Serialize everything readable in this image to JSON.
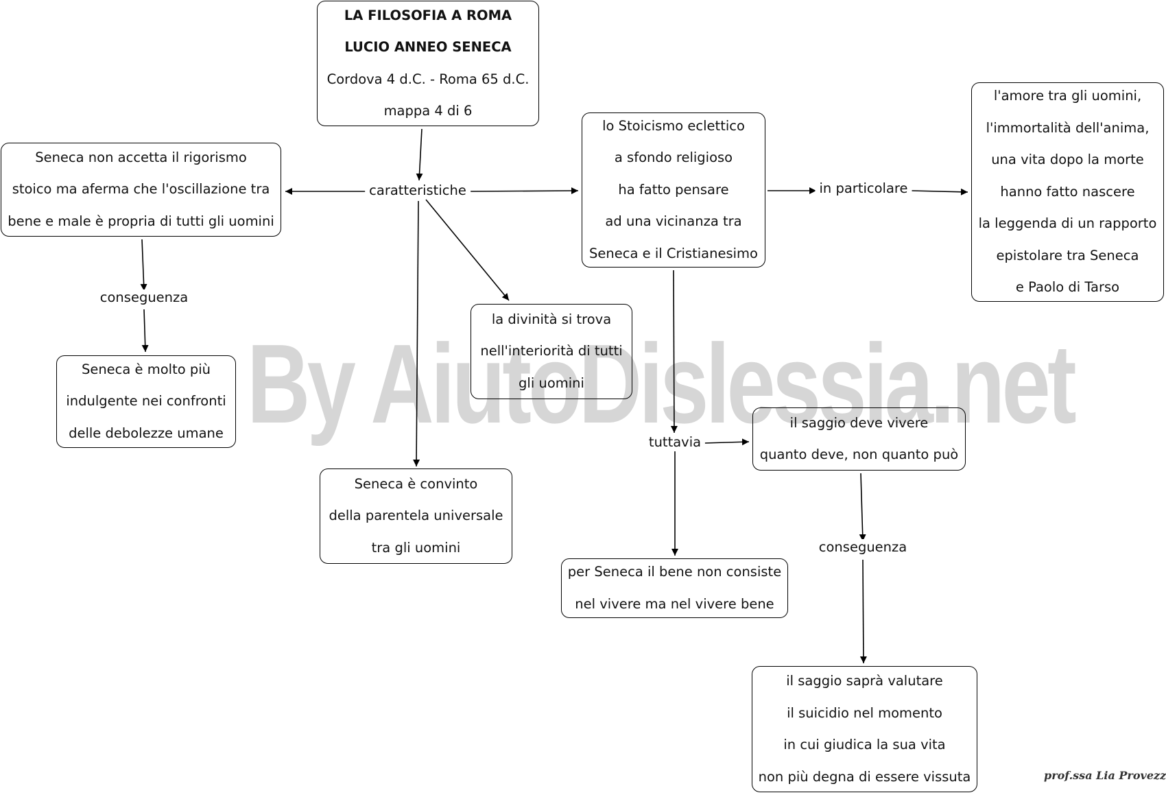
{
  "watermark": "By AiutoDislessia.net",
  "signature": "prof.ssa Lia Provezza",
  "title_node": {
    "lines": [
      "LA FILOSOFIA A ROMA",
      "LUCIO ANNEO SENECA",
      "Cordova 4 d.C. - Roma 65 d.C.",
      "mappa 4 di 6"
    ]
  },
  "nodes": {
    "rigorismo": [
      "Seneca non accetta il rigorismo",
      "stoico ma aferma che l'oscillazione tra",
      "bene e male è propria di tutti gli uomini"
    ],
    "indulgente": [
      "Seneca è molto più",
      "indulgente nei confronti",
      "delle debolezze umane"
    ],
    "divinita": [
      "la divinità si trova",
      "nell'interiorità di tutti",
      "gli uomini"
    ],
    "parentela": [
      "Seneca è convinto",
      "della parentela universale",
      "tra gli uomini"
    ],
    "stoicismo": [
      "lo Stoicismo eclettico",
      "a sfondo religioso",
      "ha fatto pensare",
      "ad una vicinanza tra",
      "Seneca e il Cristianesimo"
    ],
    "amore": [
      "l'amore tra gli uomini,",
      "l'immortalità dell'anima,",
      "una vita dopo la morte",
      "hanno fatto nascere",
      "la leggenda di un rapporto",
      "epistolare tra Seneca",
      "e Paolo di Tarso"
    ],
    "saggio_vivere": [
      "il saggio deve vivere",
      "quanto deve, non quanto può"
    ],
    "bene": [
      "per Seneca il bene non consiste",
      "nel vivere ma nel vivere bene"
    ],
    "suicidio": [
      "il saggio saprà valutare",
      "il suicidio nel momento",
      "in cui giudica la sua vita",
      "non più degna di essere vissuta"
    ]
  },
  "link_labels": {
    "caratteristiche": "caratteristiche",
    "conseguenza_left": "conseguenza",
    "in_particolare": "in particolare",
    "tuttavia": "tuttavia",
    "conseguenza_right": "conseguenza"
  }
}
